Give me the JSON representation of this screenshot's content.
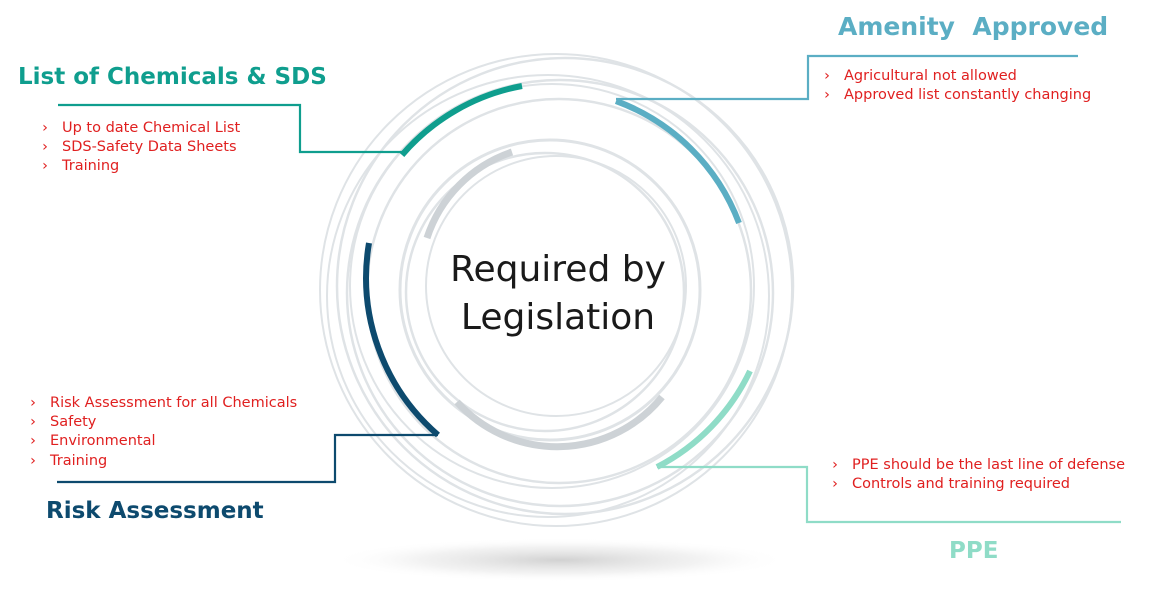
{
  "center_title": {
    "line1": "Required by",
    "line2": "Legislation"
  },
  "colors": {
    "chemicals": "#0f9e8e",
    "amenity": "#5baec4",
    "risk": "#0d4a6e",
    "ppe": "#8fdcc7",
    "bullet_text": "#e02020",
    "ring": "#dfe3e6"
  },
  "bullet_marker": "›",
  "sections": [
    {
      "key": "chemicals",
      "title": "List of Chemicals & SDS",
      "items": [
        "Up to date Chemical List",
        "SDS-Safety Data Sheets",
        "Training"
      ]
    },
    {
      "key": "amenity",
      "title": "Amenity  Approved",
      "items": [
        "Agricultural not allowed",
        "Approved list constantly changing"
      ]
    },
    {
      "key": "risk",
      "title": "Risk Assessment",
      "items": [
        "Risk Assessment for all Chemicals",
        "Safety",
        "Environmental",
        "Training"
      ]
    },
    {
      "key": "ppe",
      "title": "PPE",
      "items": [
        "PPE should be the last line of defense",
        "Controls and training required"
      ]
    }
  ]
}
